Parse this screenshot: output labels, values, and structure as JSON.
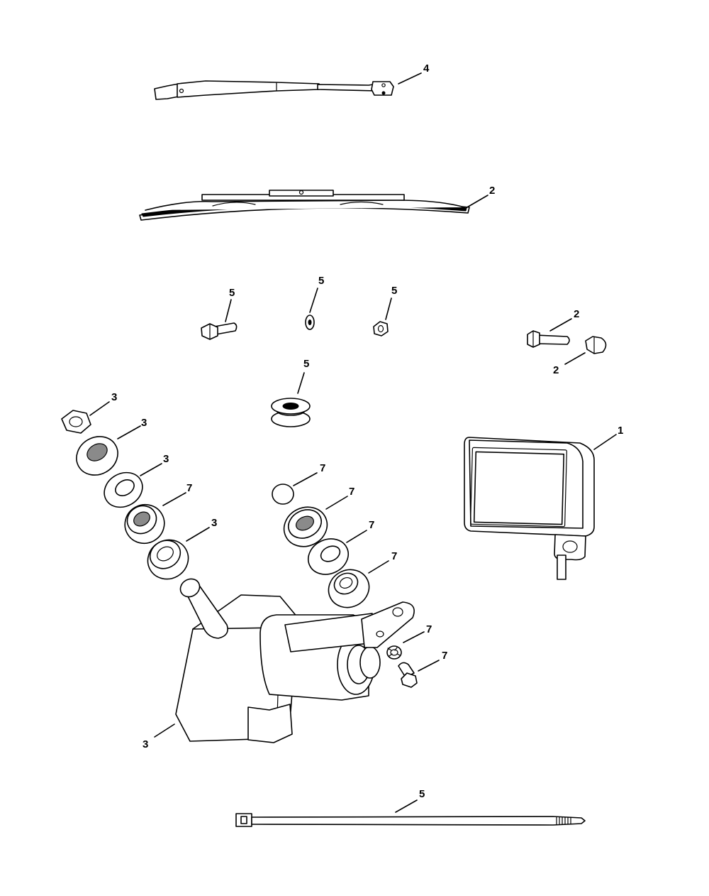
{
  "callouts": {
    "wiper_arm": "4",
    "wiper_blade": "2",
    "bolt_a": "5",
    "washer_a": "5",
    "nut_a": "5",
    "bolt_b": "2",
    "cap_nut_b": "2",
    "grommet": "5",
    "hex_nut_c": "3",
    "washer_c1": "3",
    "washer_c2": "3",
    "bushing_c": "3",
    "cap_d": "7",
    "bushing_d1": "7",
    "bushing_d2": "7",
    "washer_d": "7",
    "bushing_d3": "7",
    "lock_washer_d": "7",
    "bolt_d": "7",
    "mirror": "1",
    "wiper_motor": "3",
    "cable_tie": "5"
  }
}
